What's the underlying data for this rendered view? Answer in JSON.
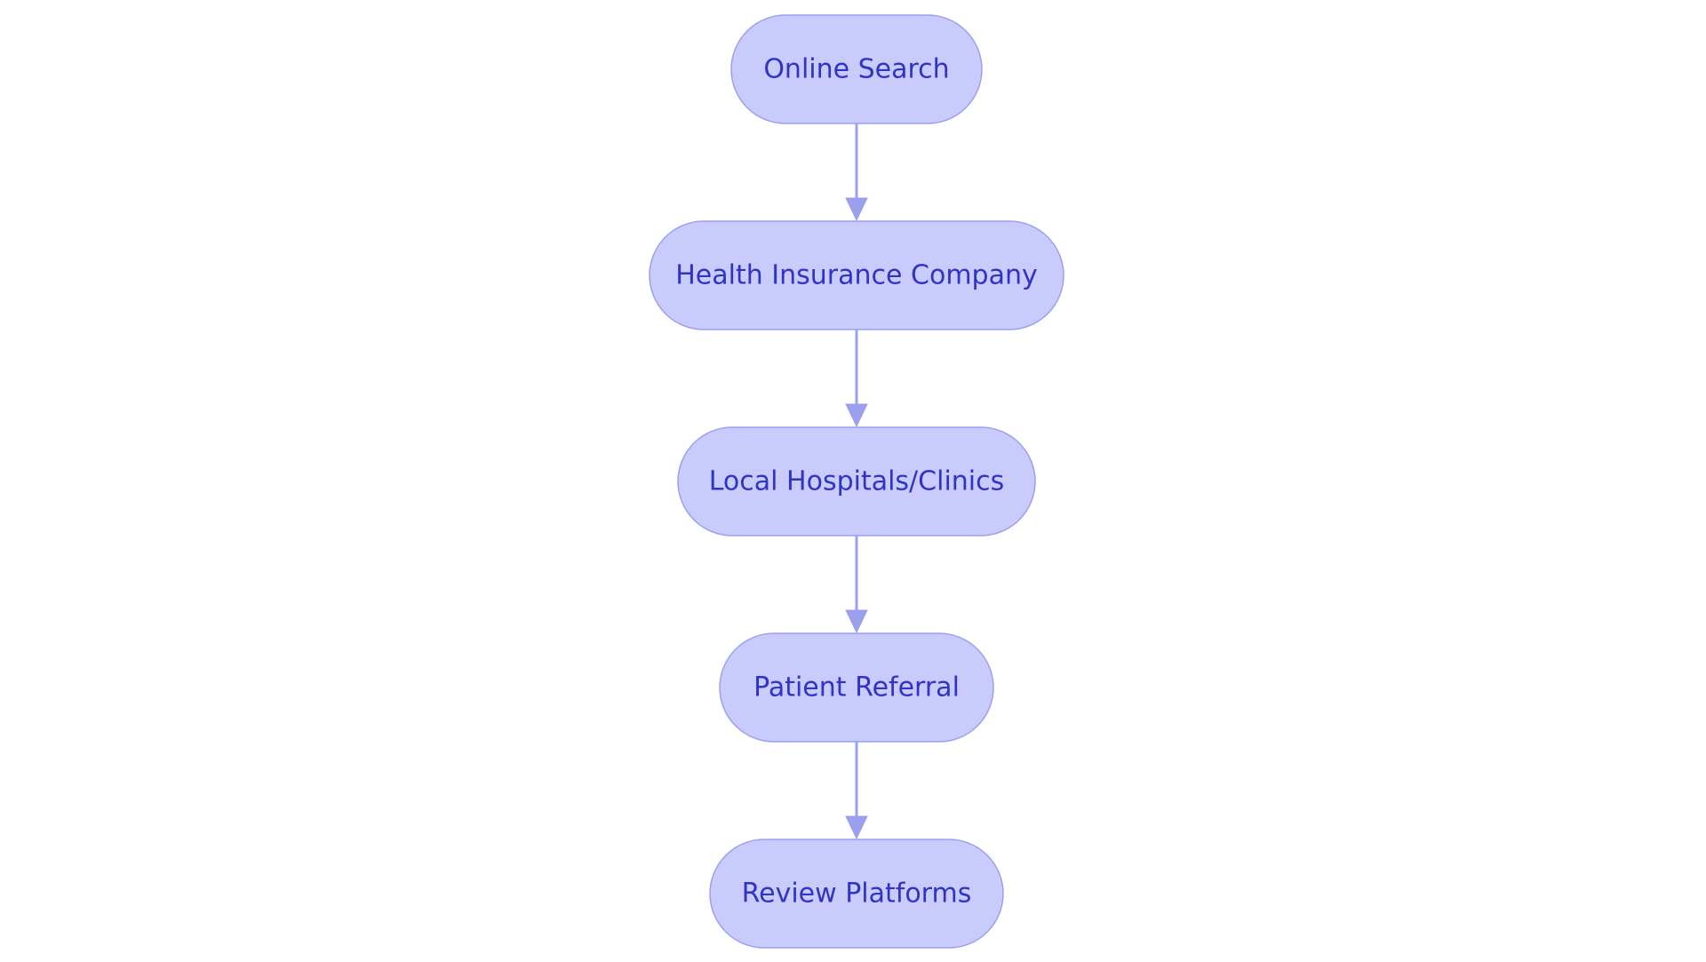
{
  "diagram": {
    "type": "flowchart",
    "direction": "top-to-bottom",
    "colors": {
      "node_fill": "#c9cbfc",
      "node_border": "#9ba0ee",
      "node_text": "#2f34c6",
      "edge": "#9ba0ee",
      "background": "#ffffff"
    },
    "nodes": [
      {
        "id": "online-search",
        "label": "Online Search"
      },
      {
        "id": "health-insurance-company",
        "label": "Health Insurance Company"
      },
      {
        "id": "local-hospitals-clinics",
        "label": "Local Hospitals/Clinics"
      },
      {
        "id": "patient-referral",
        "label": "Patient Referral"
      },
      {
        "id": "review-platforms",
        "label": "Review Platforms"
      }
    ],
    "edges": [
      {
        "from": "online-search",
        "to": "health-insurance-company"
      },
      {
        "from": "health-insurance-company",
        "to": "local-hospitals-clinics"
      },
      {
        "from": "local-hospitals-clinics",
        "to": "patient-referral"
      },
      {
        "from": "patient-referral",
        "to": "review-platforms"
      }
    ]
  }
}
